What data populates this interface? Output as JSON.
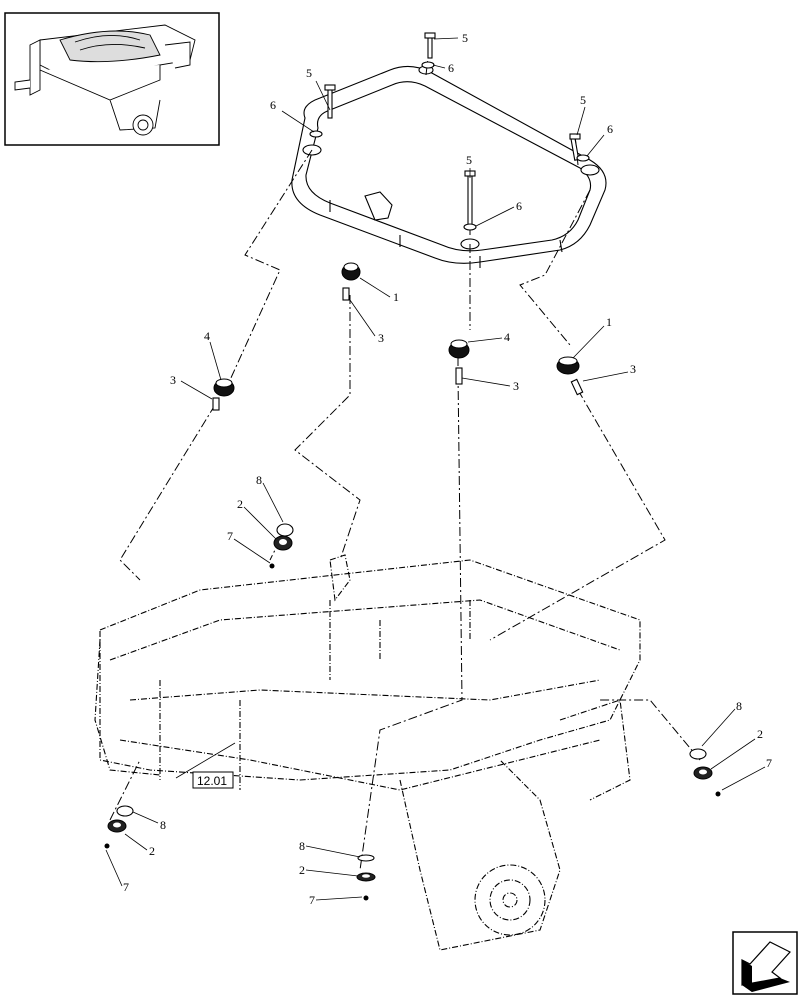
{
  "diagram": {
    "reference_box": "12.01",
    "callouts": {
      "c1a": "1",
      "c1b": "1",
      "c2a": "2",
      "c2b": "2",
      "c2c": "2",
      "c2d": "2",
      "c3a": "3",
      "c3b": "3",
      "c3c": "3",
      "c3d": "3",
      "c4a": "4",
      "c4b": "4",
      "c5a": "5",
      "c5b": "5",
      "c5c": "5",
      "c5d": "5",
      "c6a": "6",
      "c6b": "6",
      "c6c": "6",
      "c6d": "6",
      "c7a": "7",
      "c7b": "7",
      "c7c": "7",
      "c7d": "7",
      "c8a": "8",
      "c8b": "8",
      "c8c": "8",
      "c8d": "8"
    },
    "icons": {
      "thumbnail": "machine-overview-thumbnail",
      "navigation": "next-page-arrow-icon"
    }
  }
}
